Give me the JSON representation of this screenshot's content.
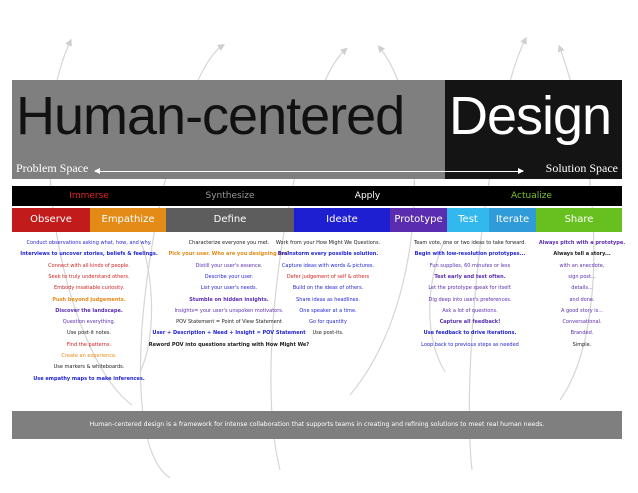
{
  "title": {
    "left": "Human-centered",
    "right": "Design"
  },
  "space": {
    "problem": "Problem Space",
    "solution": "Solution Space"
  },
  "phases": [
    {
      "label": "Immerse",
      "color": "#e02424"
    },
    {
      "label": "Synthesize",
      "color": "#9a9a9a"
    },
    {
      "label": "Apply",
      "color": "#ffffff"
    },
    {
      "label": "Actualize",
      "color": "#7dc12e"
    }
  ],
  "stages": [
    {
      "label": "Observe",
      "color": "#c11b1b"
    },
    {
      "label": "Empathize",
      "color": "#e38a17"
    },
    {
      "label": "Define",
      "color": "#5d5d5d"
    },
    {
      "label": "Ideate",
      "color": "#1f1fd2"
    },
    {
      "label": "Prototype",
      "color": "#5a2db0"
    },
    {
      "label": "Test",
      "color": "#33b8ee"
    },
    {
      "label": "Iterate",
      "color": "#2f9bd8"
    },
    {
      "label": "Share",
      "color": "#67c01f"
    }
  ],
  "columns": {
    "immerse": [
      {
        "text": "Conduct observations asking what, how, and why.",
        "color": "#1f1fd2",
        "bold": false
      },
      {
        "text": "Interviews to uncover stories, beliefs & feelings.",
        "color": "#1f1fd2",
        "bold": true
      },
      {
        "text": "Connect with all kinds of people.",
        "color": "#d41e1e",
        "bold": false
      },
      {
        "text": "Seek to truly understand others.",
        "color": "#d41e1e",
        "bold": false
      },
      {
        "text": "Embody insatiable curiosity.",
        "color": "#d41e1e",
        "bold": false
      },
      {
        "text": "Push beyond judgements.",
        "color": "#e38a17",
        "bold": true
      },
      {
        "text": "Discover the landscape.",
        "color": "#5a2db0",
        "bold": true
      },
      {
        "text": "Question everything.",
        "color": "#5a2db0",
        "bold": false
      },
      {
        "text": "Use post-it notes.",
        "color": "#1a1a1a",
        "bold": false
      },
      {
        "text": "Find the patterns.",
        "color": "#d41e1e",
        "bold": false
      },
      {
        "text": "Create an experience.",
        "color": "#e38a17",
        "bold": false
      },
      {
        "text": "Use markers & whiteboards.",
        "color": "#1a1a1a",
        "bold": false
      },
      {
        "text": "Use empathy maps to make inferences.",
        "color": "#1f1fd2",
        "bold": true
      }
    ],
    "define": [
      {
        "text": "Characterize everyone you met.",
        "color": "#1a1a1a",
        "bold": false
      },
      {
        "text": "Pick your user. Who are you designing for?",
        "color": "#e38a17",
        "bold": true
      },
      {
        "text": "Distill your user's essence.",
        "color": "#5a2db0",
        "bold": false
      },
      {
        "text": "Describe your user.",
        "color": "#1f1fd2",
        "bold": false
      },
      {
        "text": "List your user's needs.",
        "color": "#1f1fd2",
        "bold": false
      },
      {
        "text": "Stumble on hidden insights.",
        "color": "#5a2db0",
        "bold": true
      },
      {
        "text": "Insights= your user's unspoken motivators.",
        "color": "#5a2db0",
        "bold": false
      },
      {
        "text": "POV Statement = Point of View Statement",
        "color": "#1a1a1a",
        "bold": false
      },
      {
        "text": "User + Description + Need + Insight = POV Statement",
        "color": "#1f1fd2",
        "bold": true
      },
      {
        "text": "Reword POV into questions starting with How Might We?",
        "color": "#1a1a1a",
        "bold": true
      }
    ],
    "ideate": [
      {
        "text": "Work from your How Might We Questions.",
        "color": "#1a1a1a",
        "bold": false
      },
      {
        "text": "Brainstorm every possible solution.",
        "color": "#1f1fd2",
        "bold": true
      },
      {
        "text": "Capture ideas with words & pictures.",
        "color": "#1f1fd2",
        "bold": false
      },
      {
        "text": "Defer judgement of self & others",
        "color": "#d41e1e",
        "bold": false
      },
      {
        "text": "Build on the ideas of others.",
        "color": "#1f1fd2",
        "bold": false
      },
      {
        "text": "Share ideas as headlines.",
        "color": "#1f1fd2",
        "bold": false
      },
      {
        "text": "One speaker at a time.",
        "color": "#1f1fd2",
        "bold": false
      },
      {
        "text": "Go for quantity",
        "color": "#1f1fd2",
        "bold": false
      },
      {
        "text": "Use post-its.",
        "color": "#1a1a1a",
        "bold": false
      }
    ],
    "prototype": [
      {
        "text": "Team vote, one or two ideas to take forward.",
        "color": "#1a1a1a",
        "bold": false
      },
      {
        "text": "Begin with low-resolution prototypes...",
        "color": "#1f1fd2",
        "bold": true
      },
      {
        "text": "Fun supplies, 60 minutes or less",
        "color": "#5a2db0",
        "bold": false
      },
      {
        "text": "Test early and test often.",
        "color": "#5a2db0",
        "bold": true
      },
      {
        "text": "Let the prototype speak for itself.",
        "color": "#5a2db0",
        "bold": false
      },
      {
        "text": "Dig deep into user's preferences.",
        "color": "#5a2db0",
        "bold": false
      },
      {
        "text": "Ask a lot of questions.",
        "color": "#5a2db0",
        "bold": false
      },
      {
        "text": "Capture all feedback!",
        "color": "#5a2db0",
        "bold": true
      },
      {
        "text": "Use feedback to drive iterations.",
        "color": "#1f1fd2",
        "bold": true
      },
      {
        "text": "Loop back to previous steps as needed",
        "color": "#1f1fd2",
        "bold": false
      }
    ],
    "share": [
      {
        "text": "Always pitch with a prototype.",
        "color": "#5a2db0",
        "bold": true
      },
      {
        "text": "Always tell a story...",
        "color": "#1a1a1a",
        "bold": true
      },
      {
        "text": "with an anecdote,",
        "color": "#5a2db0",
        "bold": false
      },
      {
        "text": "sign post...",
        "color": "#5a2db0",
        "bold": false
      },
      {
        "text": "details...",
        "color": "#5a2db0",
        "bold": false
      },
      {
        "text": "and done.",
        "color": "#5a2db0",
        "bold": false
      },
      {
        "text": "A good story is...",
        "color": "#5a2db0",
        "bold": false
      },
      {
        "text": "Conversational.",
        "color": "#5a2db0",
        "bold": false
      },
      {
        "text": "Branded.",
        "color": "#5a2db0",
        "bold": false
      },
      {
        "text": "Simple.",
        "color": "#1a1a1a",
        "bold": false
      }
    ]
  },
  "footer": "Human-centered design is a framework for intense collaboration that supports teams in creating and refining solutions to meet real human needs."
}
